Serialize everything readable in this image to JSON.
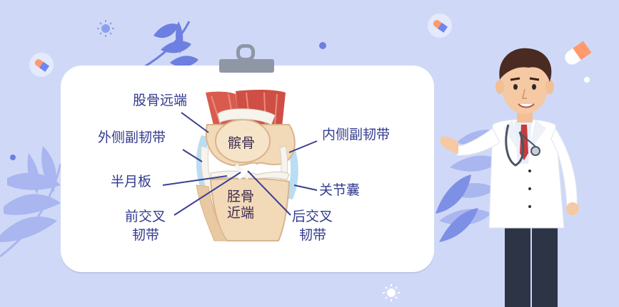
{
  "colors": {
    "background": "#cfd9f7",
    "card": "#ffffff",
    "label_text": "#333b8e",
    "leader_line": "#3b3f8f",
    "clip": "#8f96a6",
    "bone": "#f2d9b8",
    "muscle": "#d95b4e",
    "ligament": "#f7f4ee",
    "capsule": "#b9ddf2"
  },
  "icons": [
    "sun-icon",
    "pill-icon",
    "leaf-icon",
    "clipboard-clip-icon"
  ],
  "labels": {
    "femur_distal": "股骨远端",
    "lateral_collateral": "外侧副韧带",
    "patella": "髌骨",
    "medial_collateral": "内侧副韧带",
    "meniscus": "半月板",
    "joint_capsule": "关节囊",
    "tibia_proximal_line1": "胫骨",
    "tibia_proximal_line2": "近端",
    "acl_line1": "前交叉",
    "acl_line2": "韧带",
    "pcl_line1": "后交叉",
    "pcl_line2": "韧带"
  }
}
